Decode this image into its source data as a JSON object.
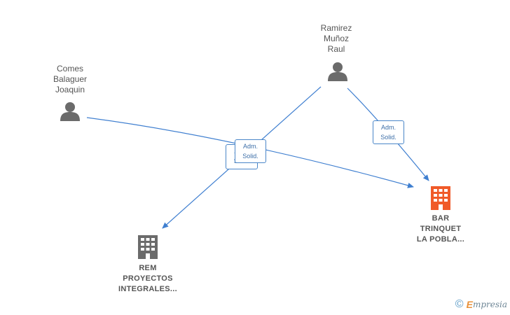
{
  "nodes": {
    "comes": {
      "name": [
        "Comes",
        "Balaguer",
        "Joaquin"
      ],
      "type": "person"
    },
    "ramirez": {
      "name": [
        "Ramirez",
        "Muñoz",
        "Raul"
      ],
      "type": "person"
    },
    "rem": {
      "name": [
        "REM",
        "PROYECTOS",
        "INTEGRALES..."
      ],
      "type": "company"
    },
    "bar": {
      "name": [
        "BAR",
        "TRINQUET",
        "LA POBLA..."
      ],
      "type": "company",
      "focus": true
    }
  },
  "edge_labels": {
    "solid_back": [
      "Adm.",
      "Solid."
    ],
    "solid_front": [
      "Adm.",
      "Solid."
    ],
    "solid_right": [
      "Adm.",
      "Solid."
    ]
  },
  "colors": {
    "edge": "#3f7fd0",
    "person_icon": "#6b6b6b",
    "company_icon": "#6b6b6b",
    "focus_company_icon": "#f05a28"
  },
  "footer": {
    "copyright": "©",
    "brand_initial": "E",
    "brand_rest": "mpresia"
  }
}
